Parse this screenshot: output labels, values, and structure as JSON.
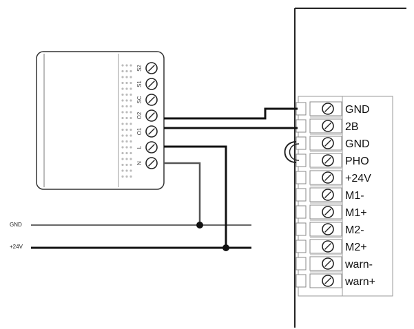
{
  "module": {
    "terminals": [
      "S2",
      "S1",
      "SC",
      "O2",
      "O1",
      "L",
      "N"
    ]
  },
  "power_bus": {
    "lines": [
      "GND",
      "+24V"
    ]
  },
  "terminal_block": {
    "labels": [
      "GND",
      "2B",
      "GND",
      "PHO",
      "+24V",
      "M1-",
      "M1+",
      "M2-",
      "M2+",
      "warn-",
      "warn+"
    ]
  },
  "colors": {
    "line": "#000000",
    "bus_wire": "#555555",
    "outline": "#333333",
    "dots": "#bbbbbb"
  }
}
